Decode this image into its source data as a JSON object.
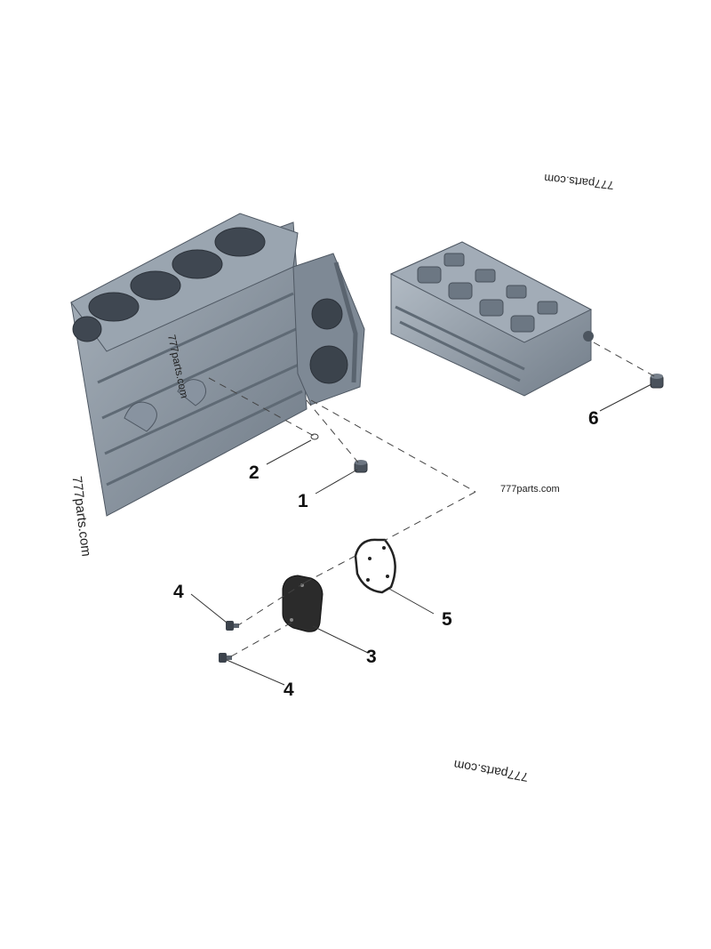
{
  "callouts": {
    "c1": "1",
    "c2": "2",
    "c3": "3",
    "c4a": "4",
    "c4b": "4",
    "c5": "5",
    "c6": "6"
  },
  "watermarks": {
    "top_right": "777parts.com",
    "mid_right": "777parts.com",
    "left_vertical": "777parts.com",
    "block_face": "777parts.com",
    "bottom": "777parts.com"
  },
  "colors": {
    "metal": "#8f9aa6",
    "metal_dark": "#5d6772",
    "metal_light": "#b7c0ca",
    "cover": "#2b2b2b",
    "line": "#333333"
  },
  "parts": {
    "engine_block": "engine block",
    "cylinder_head": "cylinder head",
    "plug_1": "plug",
    "o_ring_2": "o-ring",
    "cover_3": "cover",
    "bolt_4": "bolt",
    "gasket_5": "gasket",
    "plug_6": "plug"
  }
}
